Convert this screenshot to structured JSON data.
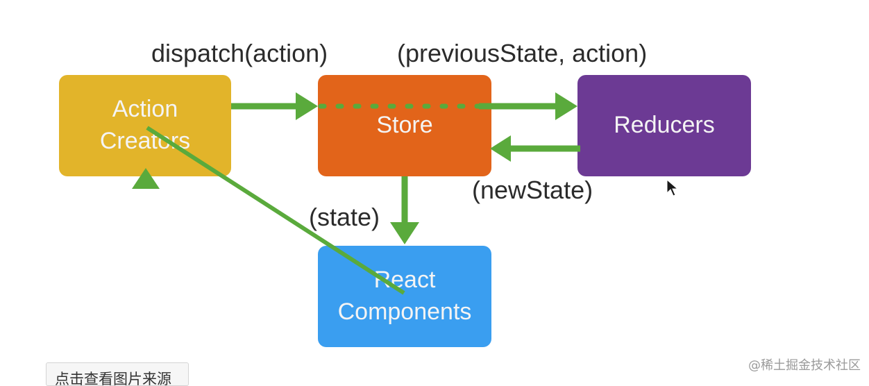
{
  "diagram": {
    "nodes": {
      "action_creators": {
        "line1": "Action",
        "line2": "Creators",
        "color": "#e2b42a"
      },
      "store": {
        "label": "Store",
        "color": "#e2641a"
      },
      "reducers": {
        "label": "Reducers",
        "color": "#6c3a94"
      },
      "react_components": {
        "line1": "React",
        "line2": "Components",
        "color": "#3a9ef0"
      }
    },
    "edges": {
      "dispatch": "dispatch(action)",
      "previous_state": "(previousState, action)",
      "new_state": "(newState)",
      "state": "(state)"
    },
    "arrow_color": "#5aaa3c"
  },
  "footer": {
    "source_button": "点击查看图片来源",
    "watermark": "@稀土掘金技术社区"
  }
}
